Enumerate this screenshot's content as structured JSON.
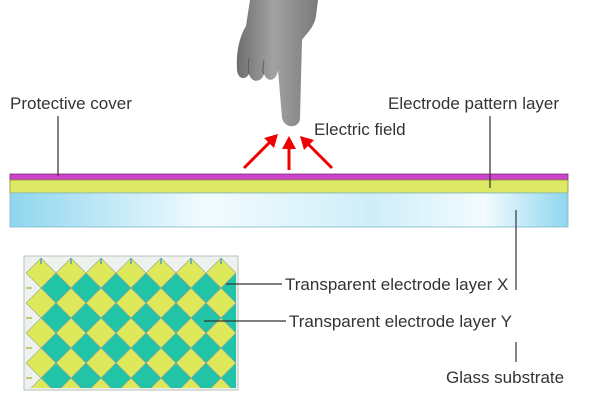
{
  "labels": {
    "protective_cover": "Protective cover",
    "electrode_pattern_layer": "Electrode pattern layer",
    "electric_field": "Electric field",
    "electrode_layer_x": "Transparent electrode layer X",
    "electrode_layer_y": "Transparent electrode layer Y",
    "glass_substrate": "Glass substrate"
  },
  "colors": {
    "protective_cover": "#cc44cc",
    "electrode_pattern": "#dde864",
    "glass_edge": "#8fd6ee",
    "glass_center": "#f2fbff",
    "electrode_x": "#dde85a",
    "electrode_y": "#22c4a8",
    "grid_background": "#eef2ee",
    "arrow": "#ee0000",
    "hand": "#8a8a8a"
  },
  "icons": {
    "hand": "finger-pointing-down-icon",
    "arrows": "electric-field-arrow-icon"
  }
}
